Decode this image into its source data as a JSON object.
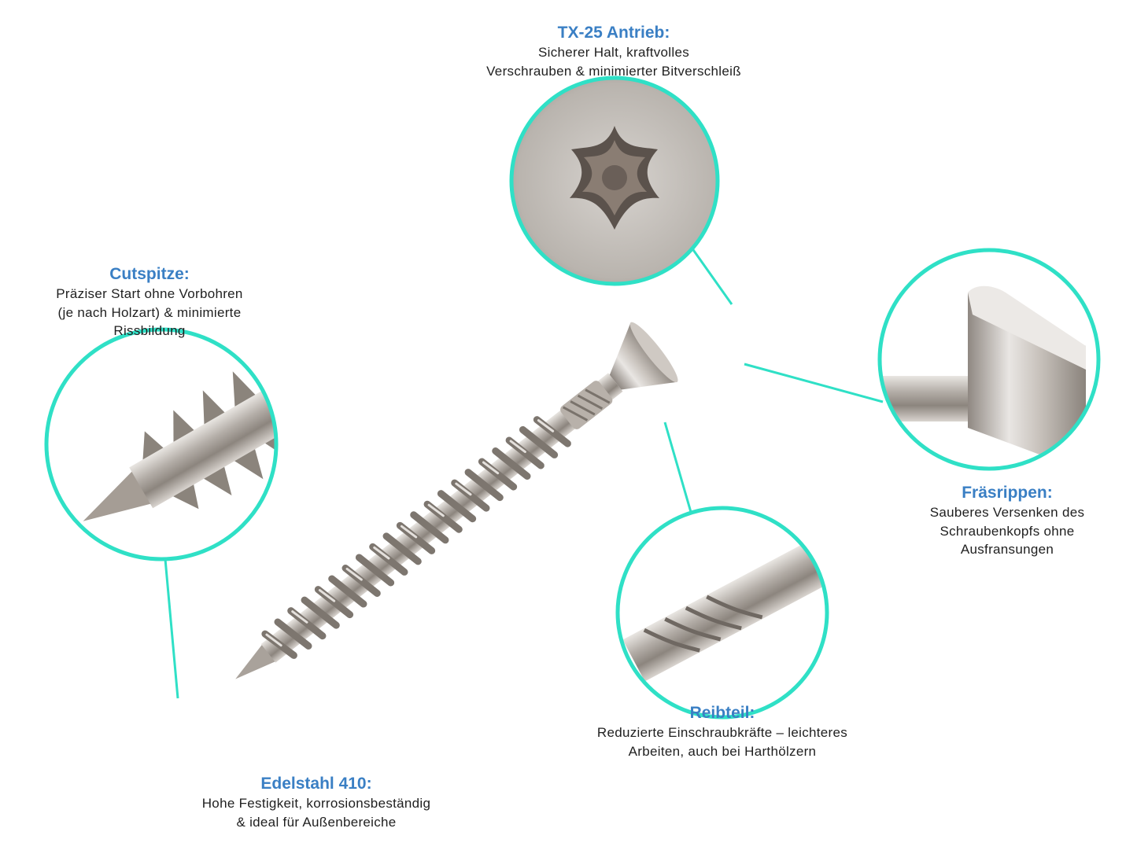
{
  "accent_color": "#2fe0c6",
  "title_color": "#3a7fc4",
  "callouts": {
    "drive": {
      "title": "TX-25 Antrieb:",
      "line1": "Sicherer Halt, kraftvolles",
      "line2": "Verschrauben & minimierter Bitverschleiß",
      "icon": "torx-drive-closeup"
    },
    "tip": {
      "title": "Cutspitze:",
      "line1": "Präziser Start ohne Vorbohren",
      "line2": "(je nach Holzart) & minimierte",
      "line3": "Rissbildung",
      "icon": "cut-tip-closeup"
    },
    "ribs": {
      "title": "Fräsrippen:",
      "line1": "Sauberes Versenken des",
      "line2": "Schraubenkopfs ohne",
      "line3": "Ausfransungen",
      "icon": "countersunk-head-closeup"
    },
    "reamer": {
      "title": "Reibteil:",
      "line1": "Reduzierte Einschraubkräfte – leichteres",
      "line2": "Arbeiten, auch bei Harthölzern",
      "icon": "reamer-section-closeup"
    },
    "material": {
      "title": "Edelstahl 410:",
      "line1": "Hohe Festigkeit, korrosionsbeständig",
      "line2": "& ideal für Außenbereiche"
    }
  },
  "main_image": "stainless-wood-screw"
}
